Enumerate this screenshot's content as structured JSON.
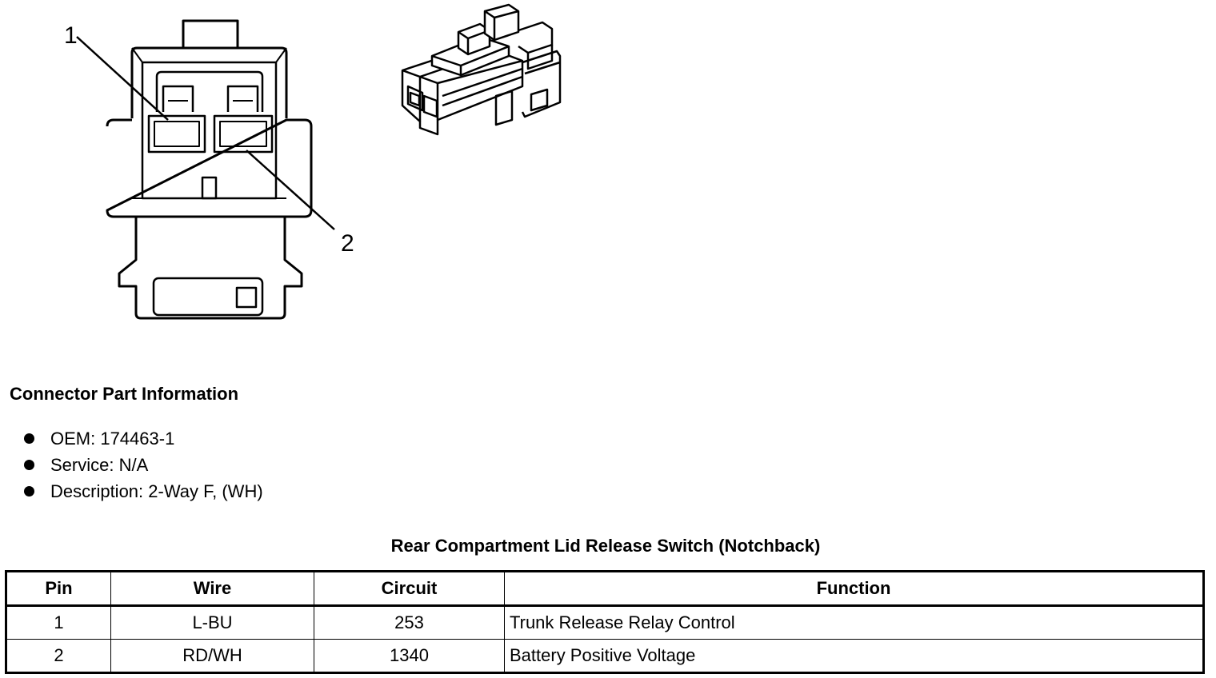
{
  "diagram": {
    "callout_1": "1",
    "callout_2": "2"
  },
  "connector_info": {
    "heading": "Connector Part Information",
    "items": [
      "OEM: 174463-1",
      "Service: N/A",
      "Description: 2-Way F, (WH)"
    ]
  },
  "pinout": {
    "title": "Rear Compartment Lid Release Switch (Notchback)",
    "columns": [
      "Pin",
      "Wire",
      "Circuit",
      "Function"
    ],
    "rows": [
      {
        "pin": "1",
        "wire": "L-BU",
        "circuit": "253",
        "function": "Trunk Release Relay Control"
      },
      {
        "pin": "2",
        "wire": "RD/WH",
        "circuit": "1340",
        "function": "Battery Positive Voltage"
      }
    ]
  }
}
